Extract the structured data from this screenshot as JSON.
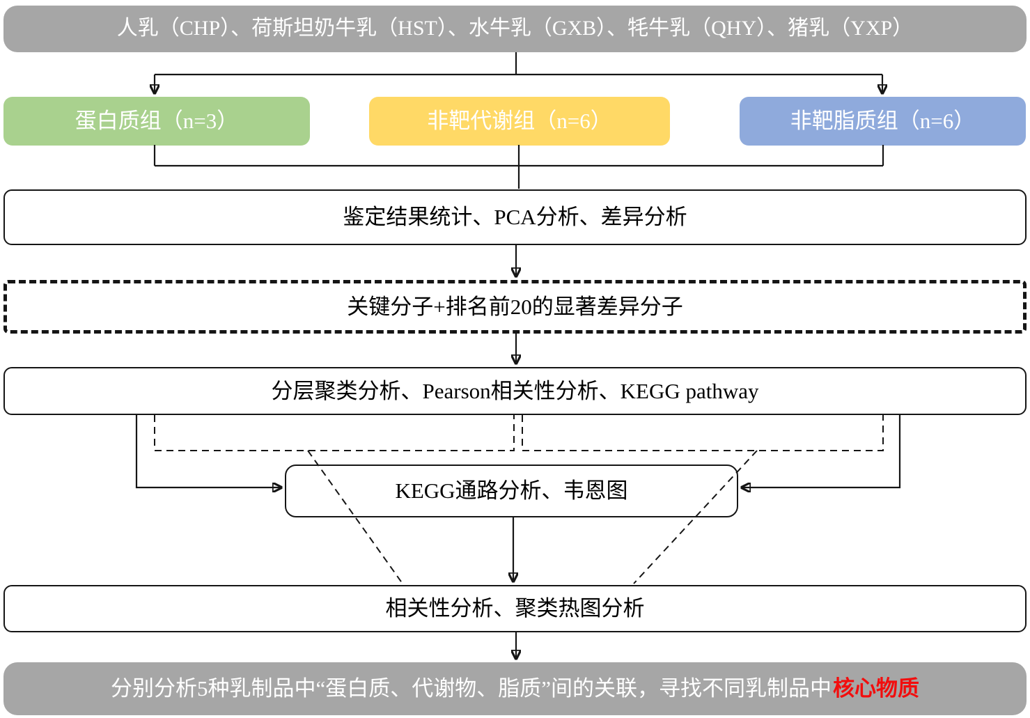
{
  "colors": {
    "gray_bar": "#a6a6a6",
    "proteome_green": "#a9d18e",
    "metabolome_yellow": "#ffd966",
    "lipidome_blue": "#8faadc",
    "highlight_red": "#f20d0d",
    "line_black": "#151515",
    "bar_text": "#ffffff",
    "box_text": "#000000"
  },
  "top_bar": {
    "text": "人乳（CHP）、荷斯坦奶牛乳（HST）、水牛乳（GXB）、牦牛乳（QHY）、猪乳（YXP）"
  },
  "omics_boxes": [
    {
      "label": "蛋白质组（n=3）",
      "color": "#a9d18e"
    },
    {
      "label": "非靶代谢组（n=6）",
      "color": "#ffd966"
    },
    {
      "label": "非靶脂质组（n=6）",
      "color": "#8faadc"
    }
  ],
  "steps": {
    "identification": "鉴定结果统计、PCA分析、差异分析",
    "key_molecules": "关键分子+排名前20的显著差异分子",
    "clustering": "分层聚类分析、Pearson相关性分析、KEGG pathway",
    "kegg_venn": "KEGG通路分析、韦恩图",
    "correlation": "相关性分析、聚类热图分析"
  },
  "bottom_bar": {
    "text_main": "分别分析5种乳制品中“蛋白质、代谢物、脂质”间的关联，寻找不同乳制品中",
    "text_highlight": "核心物质"
  }
}
